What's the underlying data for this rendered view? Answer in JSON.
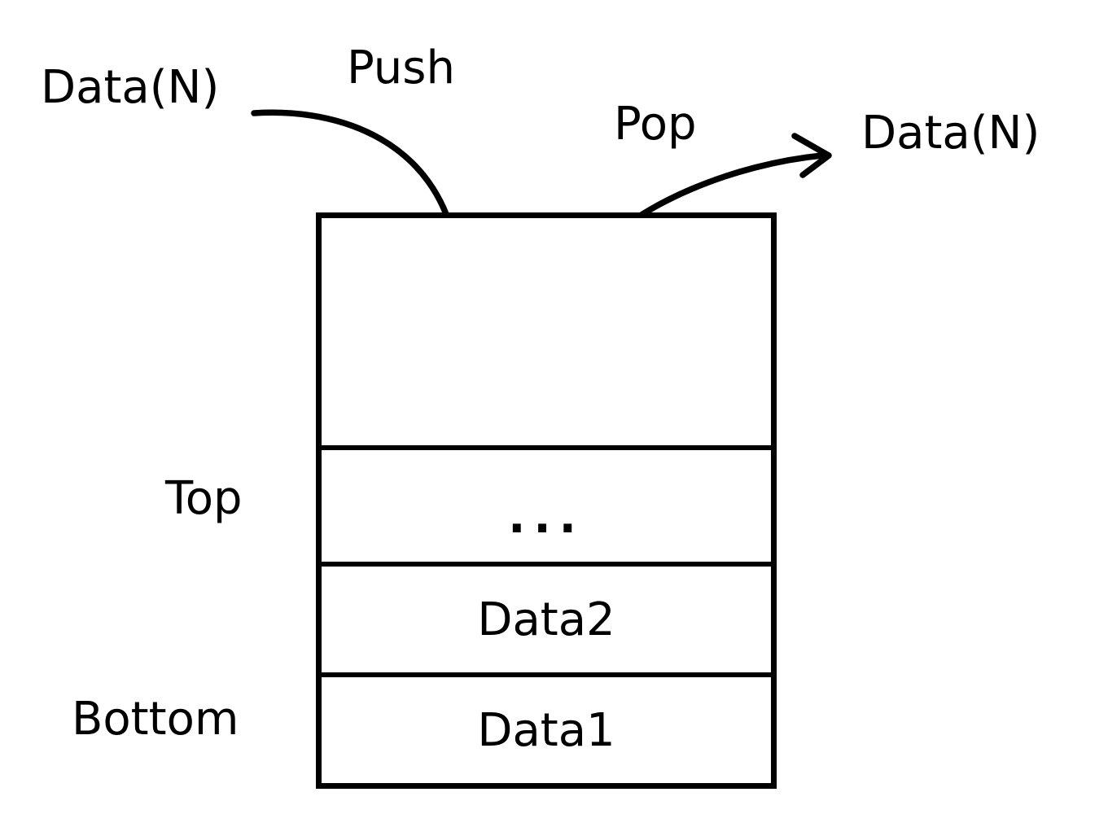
{
  "diagram": {
    "type": "stack-data-structure",
    "labels": {
      "data_in": "Data(N)",
      "push": "Push",
      "pop": "Pop",
      "data_out": "Data(N)",
      "top": "Top",
      "bottom": "Bottom"
    },
    "stack": {
      "cells": [
        "",
        "...",
        "Data2",
        "Data1"
      ]
    },
    "colors": {
      "stroke": "#000000",
      "background": "#ffffff"
    }
  }
}
